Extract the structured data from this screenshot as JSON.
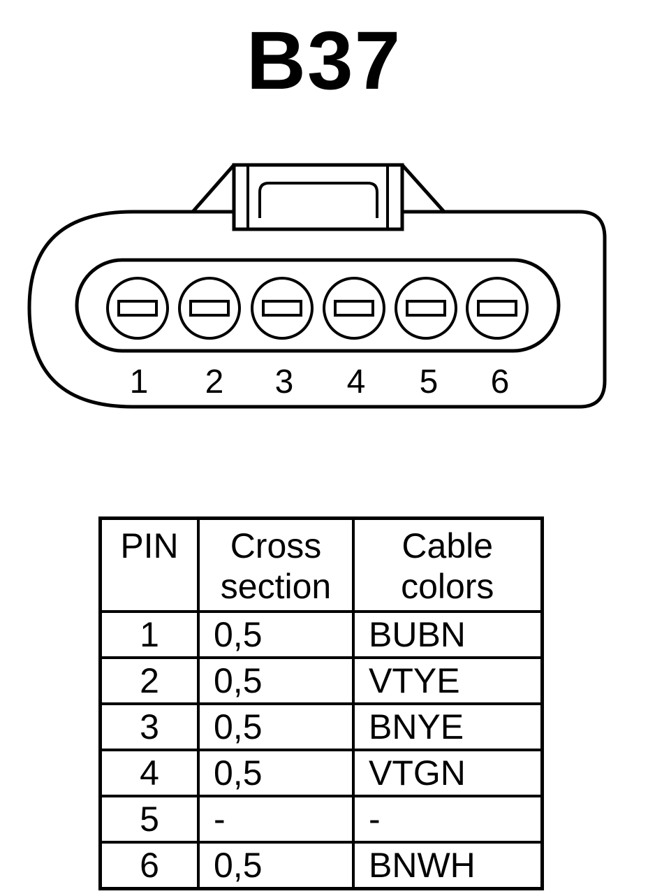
{
  "title": "B37",
  "connector": {
    "pin_labels": [
      "1",
      "2",
      "3",
      "4",
      "5",
      "6"
    ]
  },
  "table": {
    "headers": {
      "pin": "PIN",
      "cross_line1": "Cross",
      "cross_line2": "section",
      "color_line1": "Cable",
      "color_line2": "colors"
    },
    "rows": [
      {
        "pin": "1",
        "cross": "0,5",
        "color": "BUBN"
      },
      {
        "pin": "2",
        "cross": "0,5",
        "color": "VTYE"
      },
      {
        "pin": "3",
        "cross": "0,5",
        "color": "BNYE"
      },
      {
        "pin": "4",
        "cross": "0,5",
        "color": "VTGN"
      },
      {
        "pin": "5",
        "cross": "-",
        "color": "-"
      },
      {
        "pin": "6",
        "cross": "0,5",
        "color": "BNWH"
      }
    ]
  }
}
